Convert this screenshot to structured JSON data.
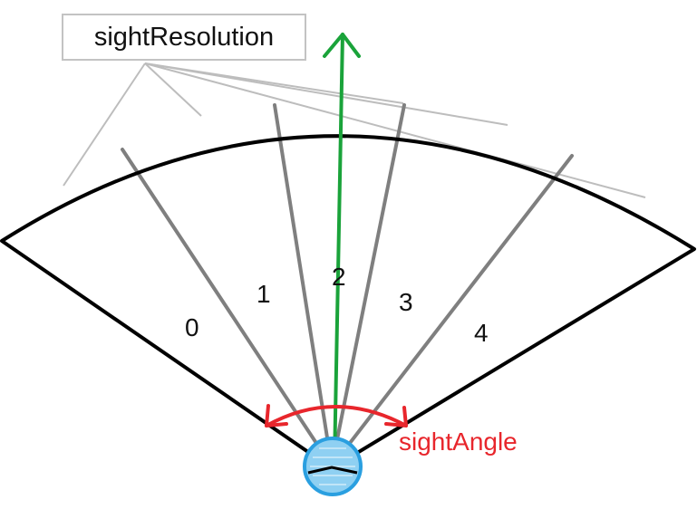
{
  "callout": {
    "label": "sightResolution"
  },
  "angle": {
    "label": "sightAngle"
  },
  "sectors": [
    "0",
    "1",
    "2",
    "3",
    "4"
  ],
  "colors": {
    "outline": "#000000",
    "ray": "#7f7f7f",
    "leader": "#bdbdbd",
    "direction_arrow": "#1aa33a",
    "angle_arc": "#e8262c",
    "agent_fill": "#8fd0f2",
    "agent_stroke": "#2a9fe0"
  }
}
